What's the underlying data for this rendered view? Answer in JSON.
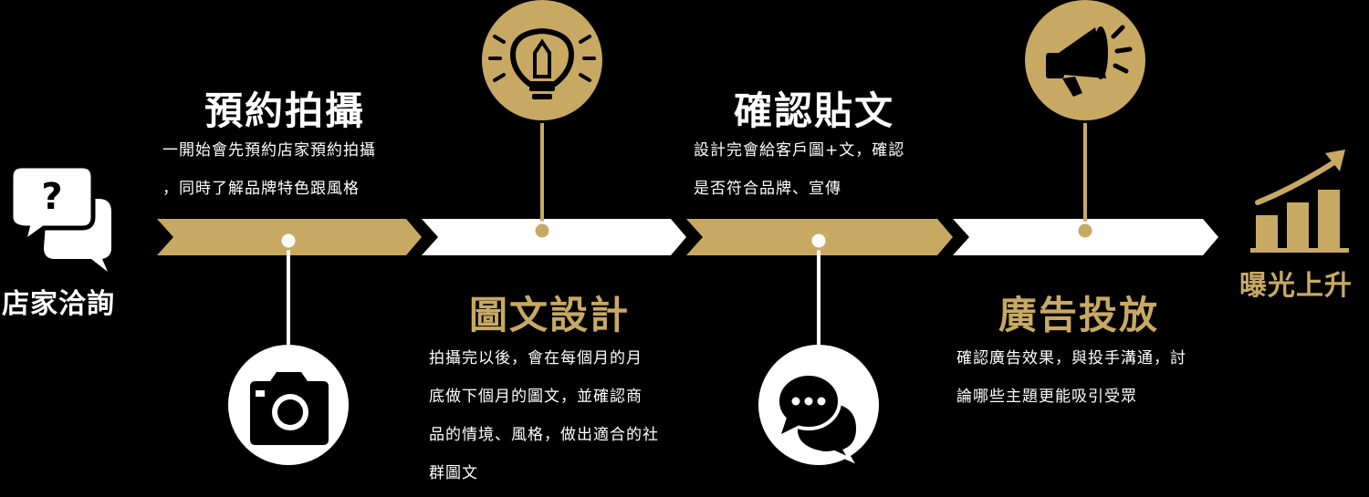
{
  "colors": {
    "gold": "#c8a964",
    "white": "#ffffff",
    "background": "#000000"
  },
  "start": {
    "label": "店家洽詢",
    "icon": "chat-question-icon"
  },
  "end": {
    "label": "曝光上升",
    "icon": "growth-chart-icon"
  },
  "steps": [
    {
      "title": "預約拍攝",
      "lines": [
        "一開始會先預約店家預約拍攝",
        "，同時了解品牌特色跟風格"
      ],
      "icon": "camera-icon"
    },
    {
      "title": "圖文設計",
      "lines": [
        "拍攝完以後，會在每個月的月",
        "底做下個月的圖文，並確認商",
        "品的情境、風格，做出適合的社",
        "群圖文"
      ],
      "icon": "lightbulb-icon"
    },
    {
      "title": "確認貼文",
      "lines": [
        "設計完會給客戶圖+文，確認",
        "是否符合品牌、宣傳"
      ],
      "icon": "chat-bubbles-icon"
    },
    {
      "title": "廣告投放",
      "lines": [
        "確認廣告效果，與投手溝通，討",
        "論哪些主題更能吸引受眾"
      ],
      "icon": "megaphone-icon"
    }
  ]
}
